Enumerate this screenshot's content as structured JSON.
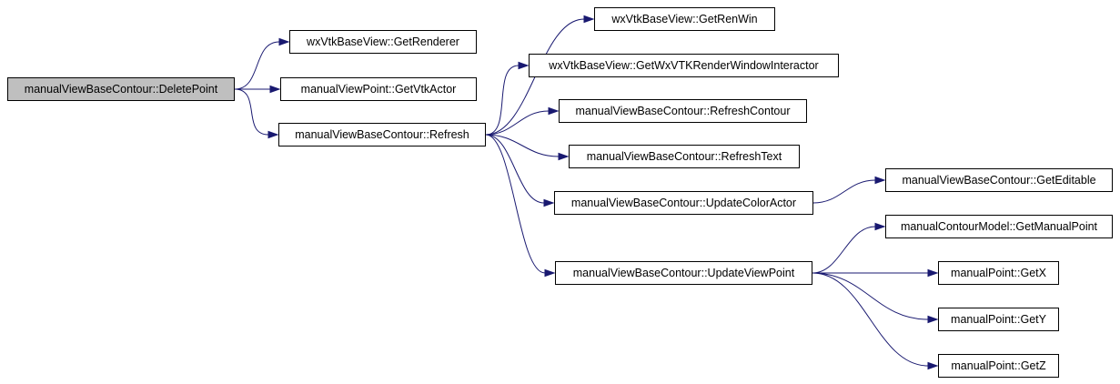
{
  "colors": {
    "edge": "#191970",
    "root_fill": "#bfbfbf",
    "node_fill": "#ffffff",
    "node_border": "#000000"
  },
  "nodes": {
    "delete_point": "manualViewBaseContour::DeletePoint",
    "get_renderer": "wxVtkBaseView::GetRenderer",
    "get_vtk_actor": "manualViewPoint::GetVtkActor",
    "refresh": "manualViewBaseContour::Refresh",
    "get_ren_win": "wxVtkBaseView::GetRenWin",
    "get_wx_vtk_interactor": "wxVtkBaseView::GetWxVTKRenderWindowInteractor",
    "refresh_contour": "manualViewBaseContour::RefreshContour",
    "refresh_text": "manualViewBaseContour::RefreshText",
    "update_color_actor": "manualViewBaseContour::UpdateColorActor",
    "get_editable": "manualViewBaseContour::GetEditable",
    "update_view_point": "manualViewBaseContour::UpdateViewPoint",
    "get_manual_point": "manualContourModel::GetManualPoint",
    "get_x": "manualPoint::GetX",
    "get_y": "manualPoint::GetY",
    "get_z": "manualPoint::GetZ"
  },
  "edges": [
    [
      "delete_point",
      "get_renderer"
    ],
    [
      "delete_point",
      "get_vtk_actor"
    ],
    [
      "delete_point",
      "refresh"
    ],
    [
      "refresh",
      "get_ren_win"
    ],
    [
      "refresh",
      "get_wx_vtk_interactor"
    ],
    [
      "refresh",
      "refresh_contour"
    ],
    [
      "refresh",
      "refresh_text"
    ],
    [
      "refresh",
      "update_color_actor"
    ],
    [
      "refresh",
      "update_view_point"
    ],
    [
      "update_color_actor",
      "get_editable"
    ],
    [
      "update_view_point",
      "get_manual_point"
    ],
    [
      "update_view_point",
      "get_x"
    ],
    [
      "update_view_point",
      "get_y"
    ],
    [
      "update_view_point",
      "get_z"
    ]
  ]
}
